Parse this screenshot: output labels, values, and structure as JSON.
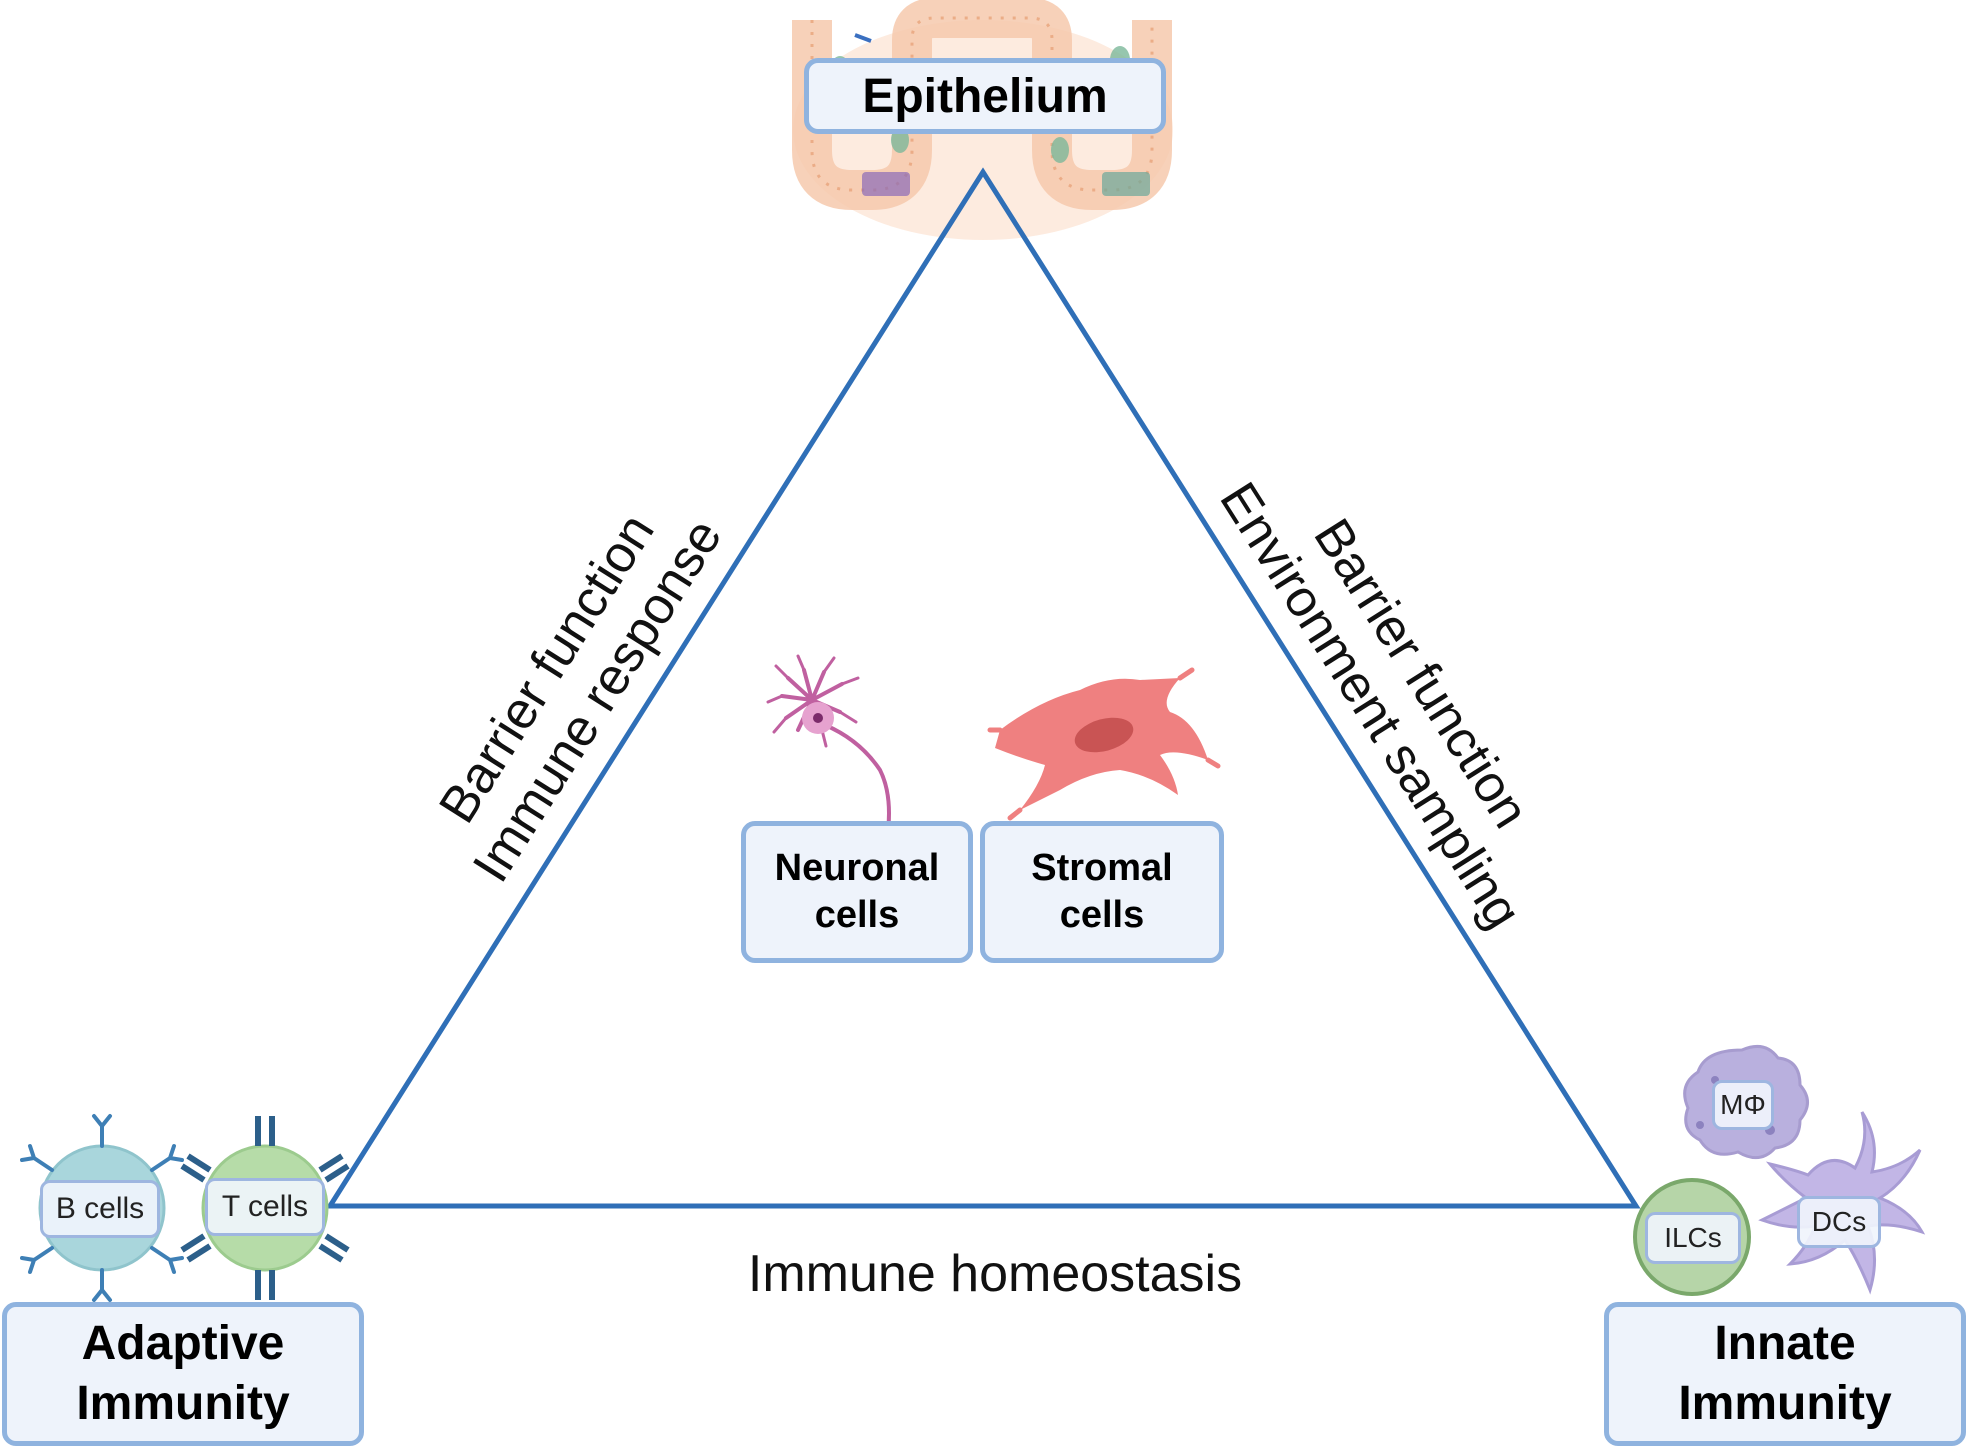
{
  "top": {
    "label": "Epithelium"
  },
  "bottom_left": {
    "line1": "Adaptive",
    "line2": "Immunity",
    "cells": [
      "B cells",
      "T cells"
    ]
  },
  "bottom_right": {
    "line1": "Innate",
    "line2": "Immunity",
    "cells": [
      "MΦ",
      "ILCs",
      "DCs"
    ]
  },
  "center": {
    "neuronal": [
      "Neuronal",
      "cells"
    ],
    "stromal": [
      "Stromal",
      "cells"
    ]
  },
  "edges": {
    "left": [
      "Barrier function",
      "Immune response"
    ],
    "right": [
      "Barrier function",
      "Environment sampling"
    ],
    "bottom": "Immune homeostasis"
  },
  "colors": {
    "triangle": "#2f6fb7",
    "box_border": "#8fb3df",
    "box_fill": "#eef3fb",
    "neuron": "#c060a0",
    "stromal": "#ef8080",
    "epithelium": "#fbe4d4"
  }
}
